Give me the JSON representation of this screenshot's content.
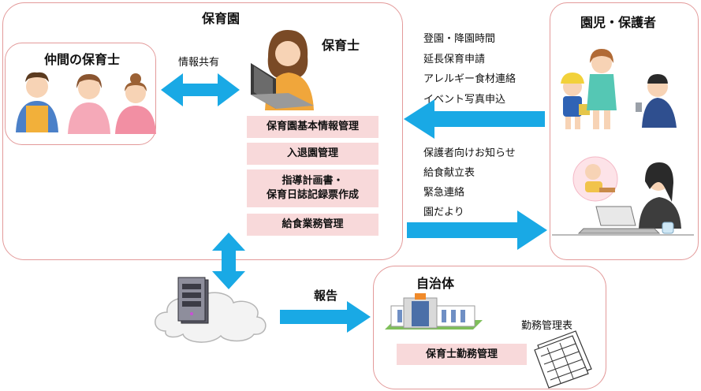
{
  "nursery": {
    "title": "保育園",
    "teacher_label": "保育士",
    "colleagues_title": "仲間の保育士",
    "info_share_label": "情報共有",
    "functions": [
      "保育園基本情報管理",
      "入退園管理",
      "指導計画書・\n保育日誌記録票作成",
      "給食業務管理"
    ]
  },
  "parents": {
    "title": "園児・保護者"
  },
  "inbound_items": [
    "登園・降園時間",
    "延長保育申請",
    "アレルギー食材連絡",
    "イベント写真申込"
  ],
  "outbound_items": [
    "保護者向けお知らせ",
    "給食献立表",
    "緊急連絡",
    "園だより"
  ],
  "report_label": "報告",
  "municipality": {
    "title": "自治体",
    "function": "保育士勤務管理",
    "doc_label": "勤務管理表"
  },
  "colors": {
    "panel_border": "#e39a9a",
    "box_fill": "#f8d9da",
    "arrow": "#19a9e5"
  }
}
